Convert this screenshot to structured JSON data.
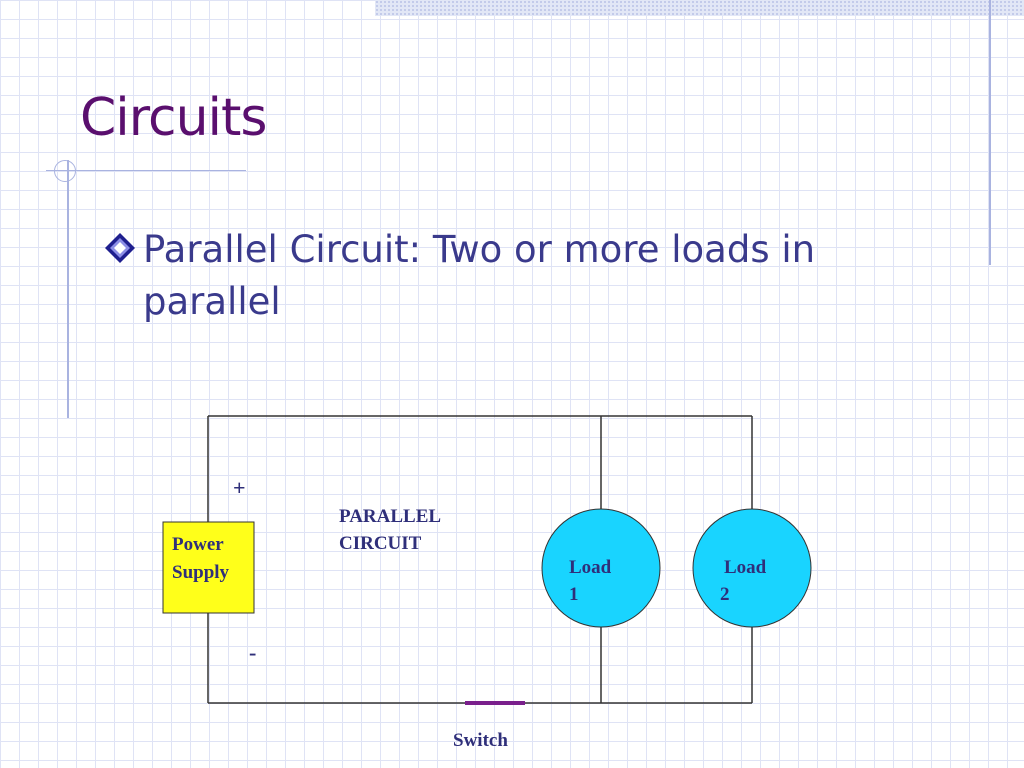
{
  "slide": {
    "title": "Circuits",
    "bullet": "Parallel Circuit: Two or more loads in parallel"
  },
  "diagram": {
    "power_supply": [
      "Power",
      "Supply"
    ],
    "plus_sign": "+",
    "minus_sign": "-",
    "circuit_label": [
      "PARALLEL",
      "CIRCUIT"
    ],
    "load1": [
      "Load",
      "1"
    ],
    "load2": [
      "Load",
      "2"
    ],
    "switch_label": "Switch"
  },
  "colors": {
    "title": "#5a0f6e",
    "text": "#3a3a8c",
    "power_supply_fill": "#ffff1a",
    "load_fill": "#19d4ff",
    "switch": "#7a1f8c",
    "wire": "#333333",
    "grid": "#dfe3f5"
  }
}
